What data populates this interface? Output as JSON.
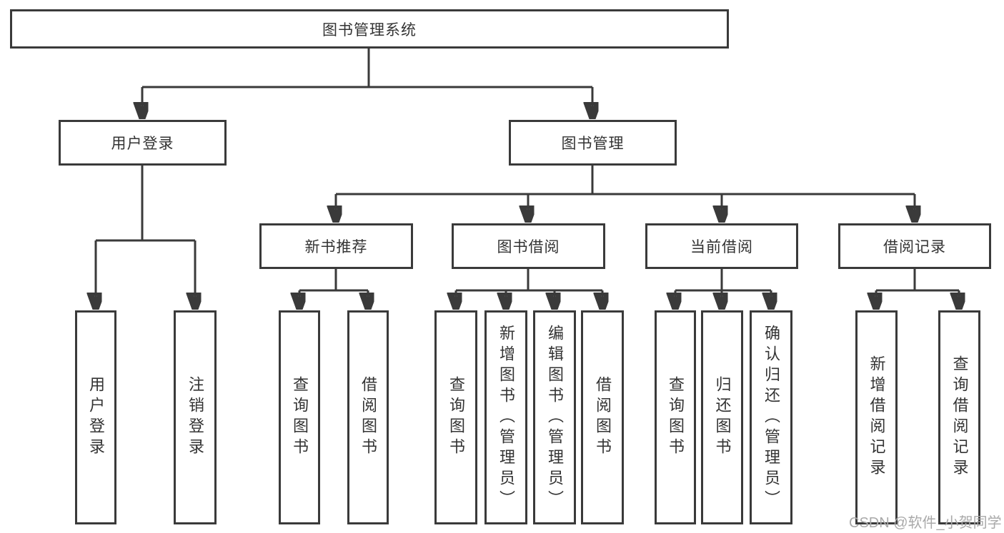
{
  "diagram": {
    "title_node": {
      "label": "图书管理系统"
    },
    "level2": {
      "user_login": {
        "label": "用户登录"
      },
      "book_mgmt": {
        "label": "图书管理"
      }
    },
    "level3": {
      "new_book_recommend": {
        "label": "新书推荐"
      },
      "book_borrow": {
        "label": "图书借阅"
      },
      "current_borrow": {
        "label": "当前借阅"
      },
      "borrow_records": {
        "label": "借阅记录"
      }
    },
    "leaves": {
      "user_login_leaf": {
        "label": "用户登录"
      },
      "logout": {
        "label": "注销登录"
      },
      "query_books_recommend": {
        "label": "查询图书"
      },
      "borrow_books_recommend": {
        "label": "借阅图书"
      },
      "query_books_borrow": {
        "label": "查询图书"
      },
      "add_books_admin": {
        "label": "新增图书（管理员）"
      },
      "edit_books_admin": {
        "label": "编辑图书（管理员）"
      },
      "borrow_books_borrow": {
        "label": "借阅图书"
      },
      "query_books_current": {
        "label": "查询图书"
      },
      "return_books": {
        "label": "归还图书"
      },
      "confirm_return_admin": {
        "label": "确认归还（管理员）"
      },
      "add_borrow_record": {
        "label": "新增借阅记录"
      },
      "query_borrow_record": {
        "label": "查询借阅记录"
      }
    }
  },
  "watermark": {
    "text": "CSDN @软件_小贺同学"
  },
  "colors": {
    "line": "#3a3a3a",
    "text": "#333333",
    "watermark": "#a9a9a9",
    "background": "#ffffff"
  }
}
